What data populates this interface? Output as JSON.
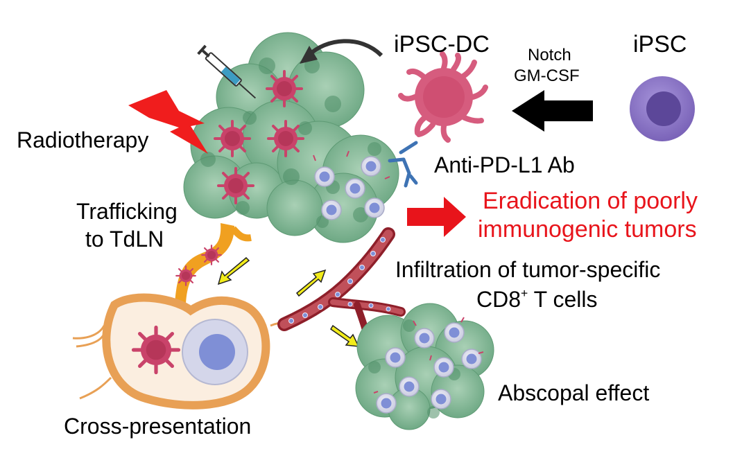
{
  "labels": {
    "ipsc": "iPSC",
    "ipsc_dc": "iPSC-DC",
    "notch": "Notch",
    "gmcsf": "GM-CSF",
    "radiotherapy": "Radiotherapy",
    "anti_pdl1": "Anti-PD-L1 Ab",
    "eradication_1": "Eradication of poorly",
    "eradication_2": "immunogenic tumors",
    "trafficking_1": "Trafficking",
    "trafficking_2": "to TdLN",
    "infiltration_1": "Infiltration of tumor-specific",
    "infiltration_2_pre": "CD8",
    "infiltration_2_sup": "+",
    "infiltration_2_post": " T cells",
    "abscopal": "Abscopal effect",
    "cross": "Cross-presentation"
  },
  "colors": {
    "text": "#000000",
    "highlight_text": "#e8141b",
    "tumor_green": "#7fb592",
    "tumor_dark": "#4f8f68",
    "dc_red": "#c9436a",
    "tcell_blue": "#7f8fd6",
    "ipsc_purple": "#8a73c6",
    "ipsc_nucleus": "#5c4799",
    "lightning": "#f01d1d",
    "red_arrow": "#e8141b",
    "yellow_arrow": "#f2ec1a",
    "vessel": "#8e1f2a",
    "lymph_node_fill": "#fbeee0",
    "lymph_node_border": "#e8a055",
    "lymphatic_orange": "#f0a020"
  },
  "icons": [
    "syringe-icon",
    "lightning-icon",
    "antibody-icon",
    "dendritic-cell-icon",
    "t-cell-icon",
    "ipsc-cell-icon",
    "lymph-node-icon",
    "blood-vessel-icon"
  ]
}
